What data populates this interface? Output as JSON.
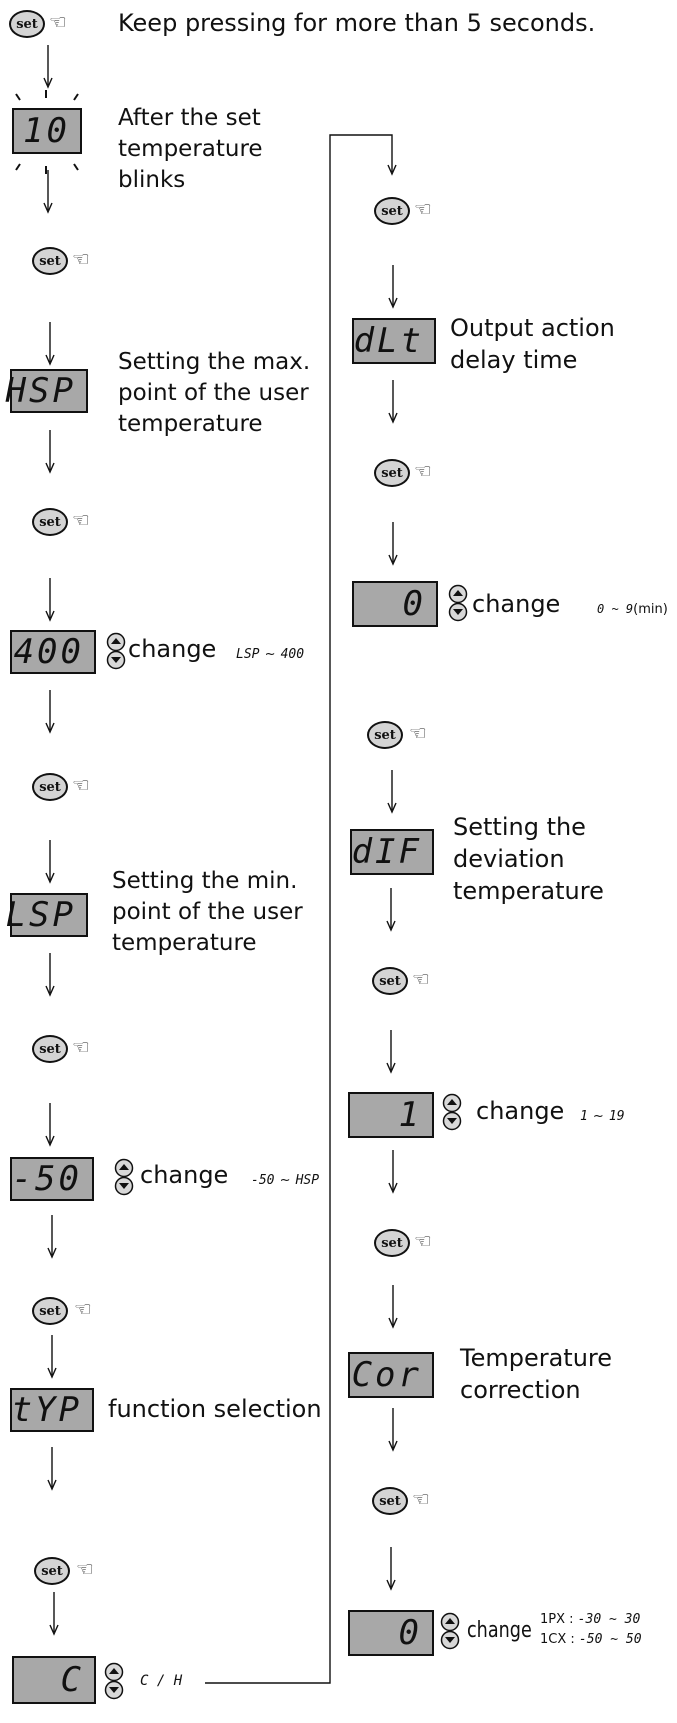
{
  "step0": {
    "button": "set",
    "text": "Keep pressing for more than 5 seconds."
  },
  "blink": {
    "display": "10",
    "text1": "After the set",
    "text2": "temperature",
    "text3": "blinks"
  },
  "buttons": {
    "set": "set"
  },
  "hsp": {
    "display": "HSP",
    "text1": "Setting the max.",
    "text2": "point of the user",
    "text3": "temperature"
  },
  "hsp_val": {
    "display": "400",
    "change": "change",
    "range_from": "LSP",
    "range_sep": "~",
    "range_to": "400"
  },
  "lsp": {
    "display": "LSP",
    "text1": "Setting the min.",
    "text2": "point of the user",
    "text3": "temperature"
  },
  "lsp_val": {
    "display": "-50",
    "change": "change",
    "range_from": "-50",
    "range_sep": "~",
    "range_to": "HSP"
  },
  "typ": {
    "display": "tYP",
    "text": "function selection"
  },
  "typ_val": {
    "display": "C",
    "options": "C / H"
  },
  "dlt": {
    "display": "dLt",
    "text1": "Output action",
    "text2": "delay time"
  },
  "dlt_val": {
    "display": "0",
    "change": "change",
    "range": "0 ~ 9",
    "unit": "(min)"
  },
  "dif": {
    "display": "dIF",
    "text1": "Setting the",
    "text2": "deviation",
    "text3": "temperature"
  },
  "dif_val": {
    "display": "1",
    "change": "change",
    "range_from": "1",
    "range_sep": "~",
    "range_to": "19"
  },
  "cor": {
    "display": "Cor",
    "text1": "Temperature",
    "text2": "correction"
  },
  "cor_val": {
    "display": "0",
    "change": "change",
    "line1_label": "1PX :",
    "line1_range": "-30 ~ 30",
    "line2_label": "1CX :",
    "line2_range": "-50 ~ 50"
  }
}
